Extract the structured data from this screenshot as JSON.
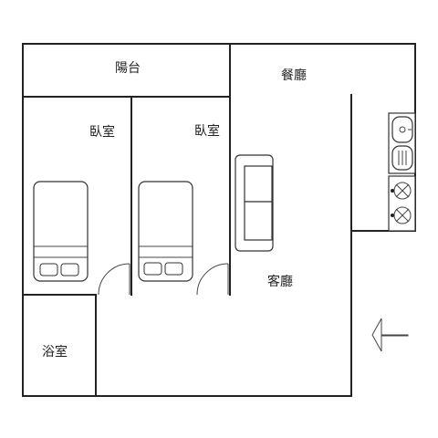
{
  "rooms": {
    "balcony": "陽台",
    "dining": "餐廳",
    "bedroom_1": "臥室",
    "bedroom_2": "臥室",
    "living": "客廳",
    "bathroom": "浴室"
  },
  "icons": {
    "bed": "bed-icon",
    "sofa": "sofa-icon",
    "sink": "sink-icon",
    "stove": "stove-icon",
    "door": "door-swing-icon",
    "entrance": "entrance-arrow-icon"
  },
  "colors": {
    "wall": "#222222",
    "background": "#ffffff"
  }
}
